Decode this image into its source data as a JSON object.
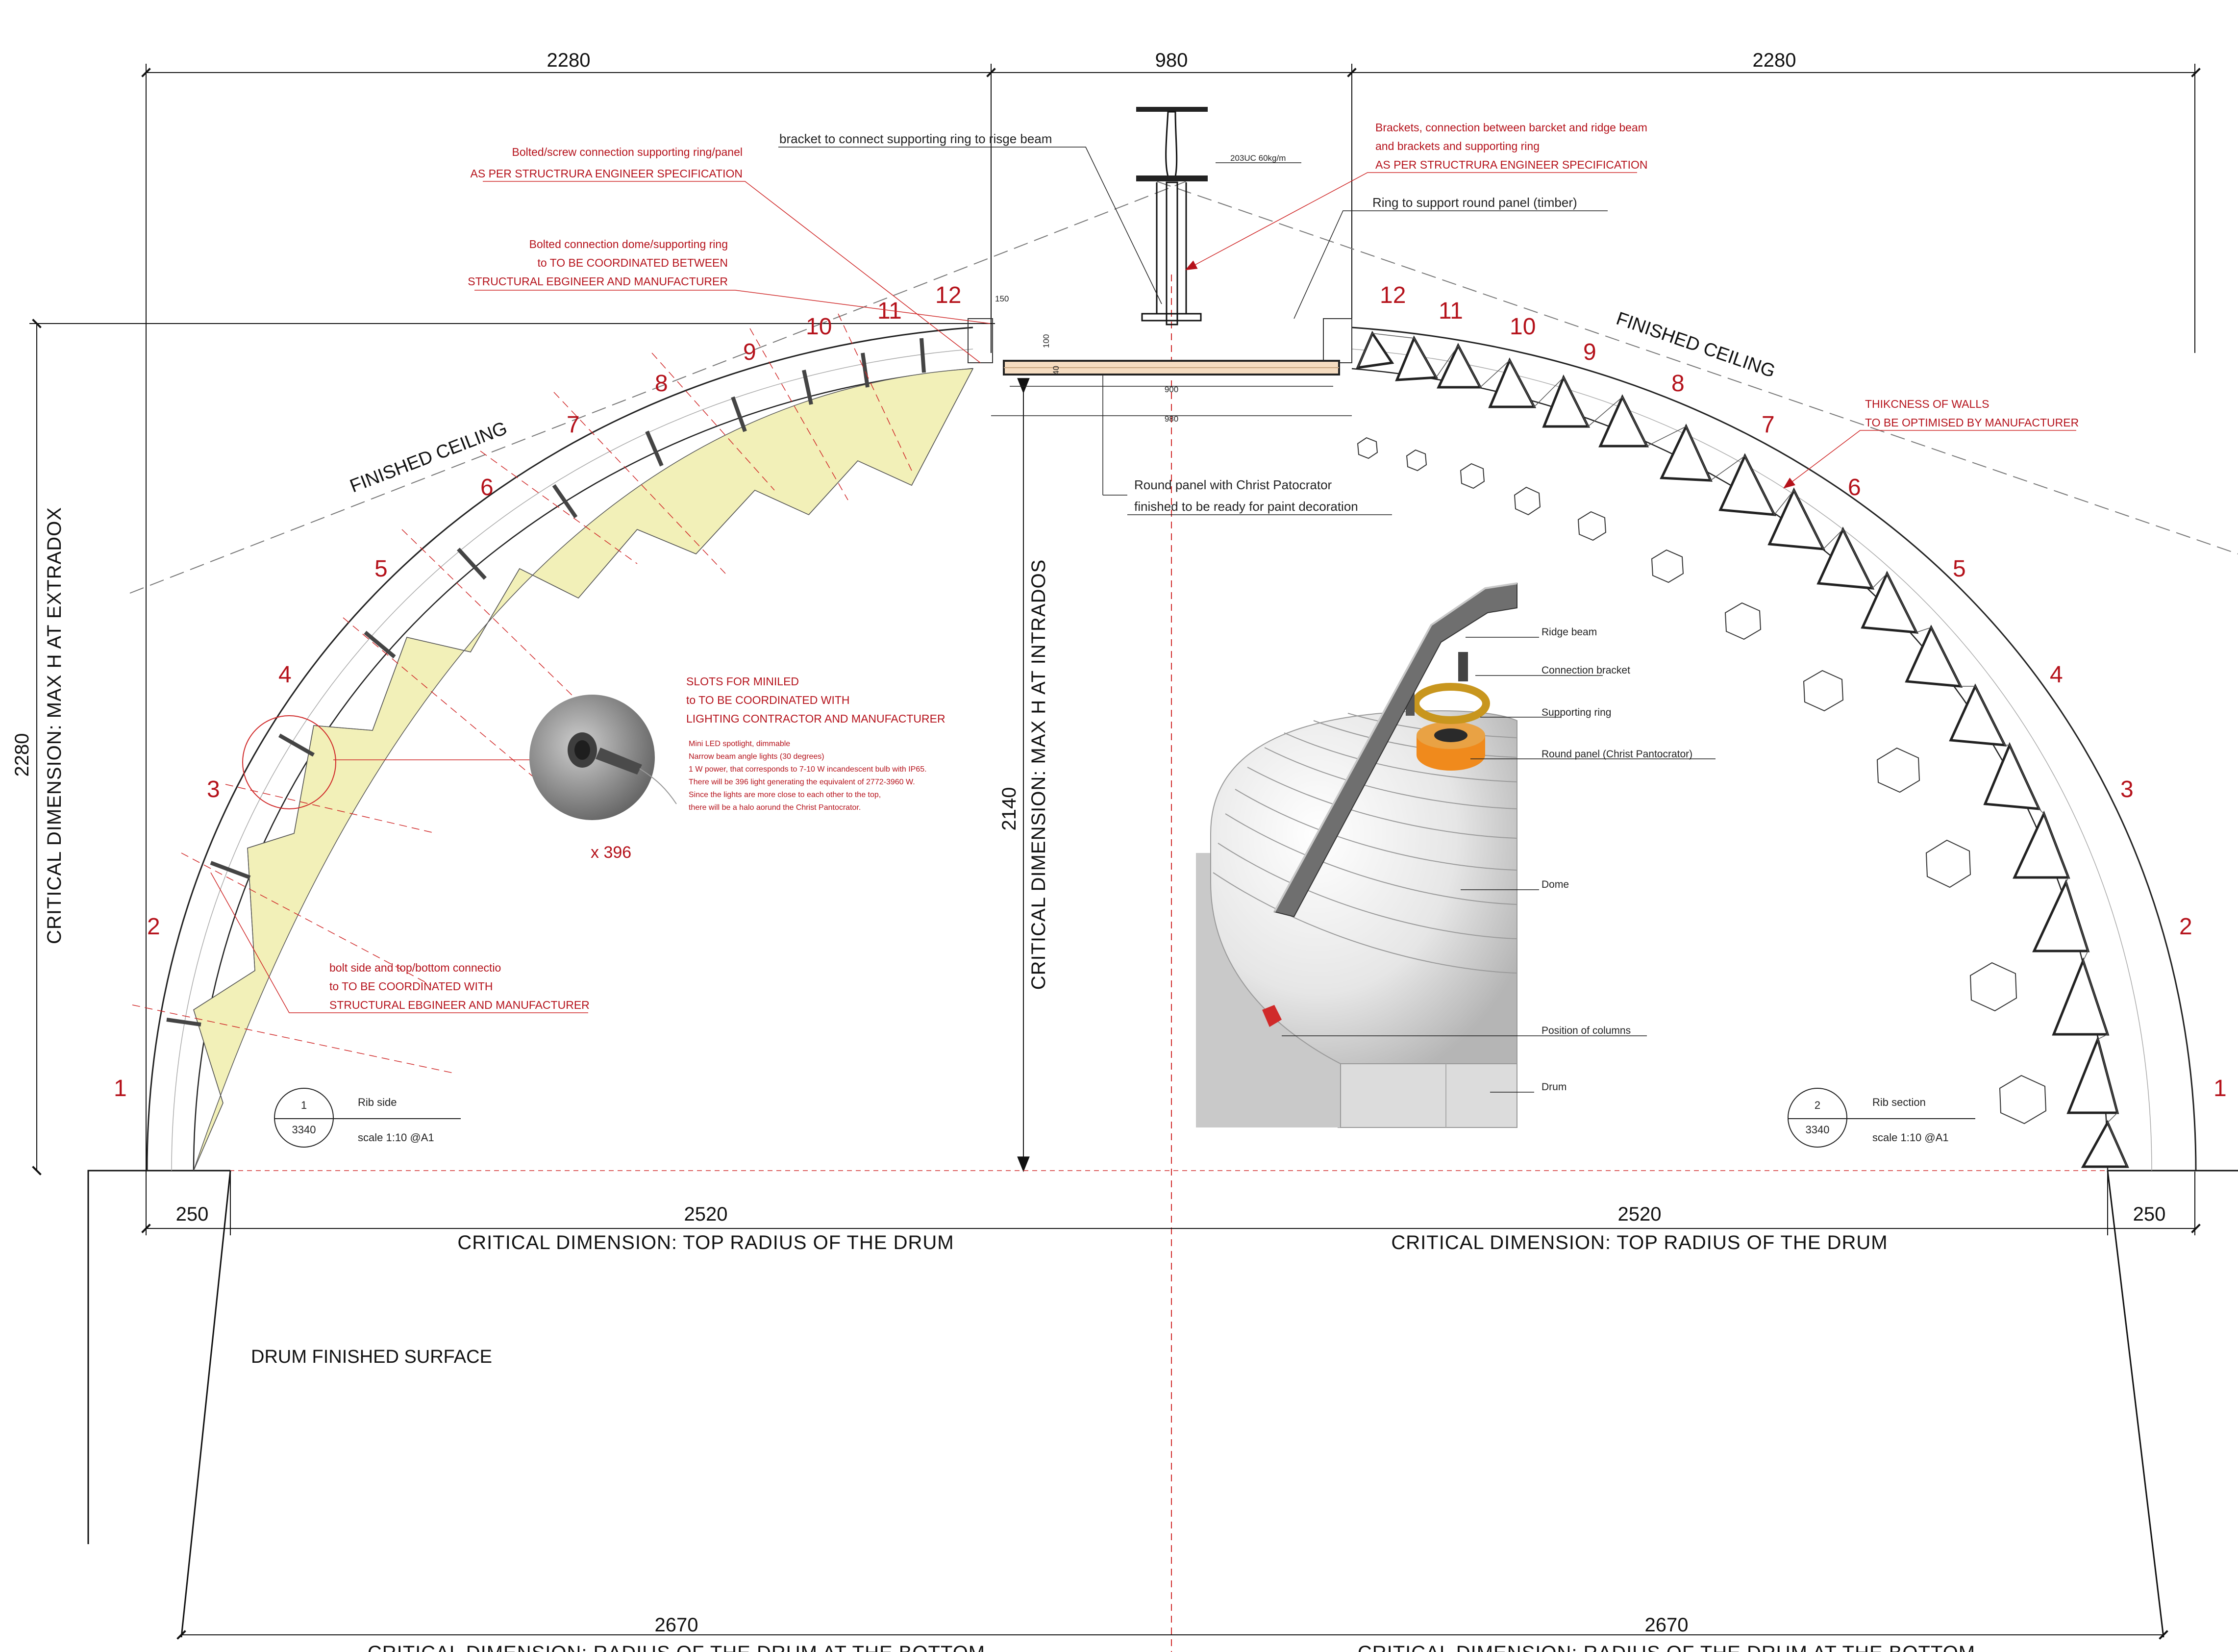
{
  "dimensions": {
    "top_left": "2280",
    "top_center": "980",
    "top_right": "2280",
    "left_height": "2280",
    "center_height": "2140",
    "bottom_left_small": "250",
    "bottom_left": "2520",
    "bottom_right": "2520",
    "bottom_right_small": "250",
    "drum_bottom_left": "2670",
    "drum_bottom_right": "2670",
    "panel_900": "900",
    "panel_980": "980",
    "dim_150": "150",
    "dim_100": "100",
    "dim_40": "40"
  },
  "critical": {
    "extrados": "CRITICAL DIMENSION: MAX H AT EXTRADOX",
    "intrados": "CRITICAL DIMENSION: MAX H AT INTRADOS",
    "top_radius_left": "CRITICAL DIMENSION: TOP RADIUS OF THE DRUM",
    "top_radius_right": "CRITICAL DIMENSION: TOP RADIUS OF THE DRUM",
    "bottom_radius_left": "CRITICAL DIMENSION: RADIUS OF THE DRUM AT THE BOTTOM",
    "bottom_radius_right": "CRITICAL DIMENSION: RADIUS OF THE DRUM AT THE BOTTOM"
  },
  "labels": {
    "finished_ceiling_left": "FINISHED CEILING",
    "finished_ceiling_right": "FINISHED CEILING",
    "drum_finished_surface": "DRUM FINISHED  SURFACE",
    "beam_spec": "203UC 60kg/m",
    "bracket_note": "bracket to connect supporting ring to risge beam",
    "ring_note": "Ring to support round panel (timber)",
    "round_panel_line1": "Round panel with Christ Patocrator",
    "round_panel_line2": "finished to be ready for paint decoration",
    "multiplier": "x 396"
  },
  "red_notes": {
    "bolted_screw": [
      "Bolted/screw connection supporting ring/panel",
      "AS PER STRUCTRURA ENGINEER SPECIFICATION"
    ],
    "bolted_dome": [
      "Bolted connection dome/supporting ring",
      "to TO BE COORDINATED BETWEEN",
      "STRUCTURAL EBGINEER AND MANUFACTURER"
    ],
    "brackets": [
      "Brackets, connection between barcket and ridge beam",
      "and brackets and supporting ring",
      "AS PER STRUCTRURA ENGINEER SPECIFICATION"
    ],
    "thickness": [
      "THIKCNESS OF WALLS",
      "TO BE OPTIMISED BY MANUFACTURER"
    ],
    "slots": [
      "SLOTS FOR MINILED",
      "to TO BE COORDINATED WITH",
      "LIGHTING CONTRACTOR AND MANUFACTURER"
    ],
    "led_specs": [
      "Mini LED spotlight, dimmable",
      "Narrow beam angle lights (30 degrees)",
      "1 W power, that corresponds to 7-10 W incandescent bulb with IP65.",
      "There will be 396 light generating the equivalent of 2772-3960 W.",
      "Since the lights are more close to each other to the top,",
      "there will be a halo aorund the Christ Pantocrator."
    ],
    "bolt_side": [
      "bolt side and top/bottom connectio",
      "to TO BE COORDINATED WITH",
      "STRUCTURAL EBGINEER AND MANUFACTURER"
    ]
  },
  "rib_numbers_left": [
    "1",
    "2",
    "3",
    "4",
    "5",
    "6",
    "7",
    "8",
    "9",
    "10",
    "11",
    "12"
  ],
  "rib_numbers_right": [
    "1",
    "2",
    "3",
    "4",
    "5",
    "6",
    "7",
    "8",
    "9",
    "10",
    "11",
    "12"
  ],
  "title_blocks": [
    {
      "number": "1",
      "sheet": "3340",
      "title": "Rib side",
      "scale": "scale 1:10 @A1"
    },
    {
      "number": "2",
      "sheet": "3340",
      "title": "Rib section",
      "scale": "scale 1:10 @A1"
    }
  ],
  "render_callouts": [
    "Ridge beam",
    "Connection bracket",
    "Supporting ring",
    "Round panel (Christ Pantocrator)",
    "Dome",
    "Position of columns",
    "Drum"
  ],
  "colors": {
    "annotation_red": "#b5121b",
    "rib_fill": "#f2f0b8",
    "ring_orange": "#f08a1c",
    "ring_gold": "#c8961e"
  }
}
